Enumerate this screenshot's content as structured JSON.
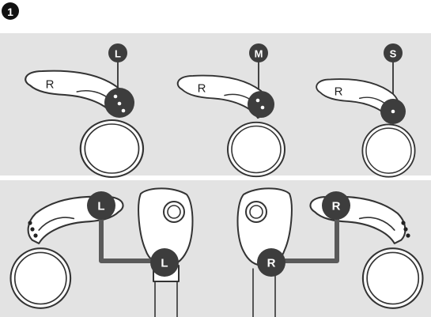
{
  "step_number": "1",
  "sizes": [
    {
      "size": "L",
      "ear_label": "R",
      "dot_count": 3
    },
    {
      "size": "M",
      "ear_label": "R",
      "dot_count": 2
    },
    {
      "size": "S",
      "ear_label": "R",
      "dot_count": 1
    }
  ],
  "fitting": {
    "left_hook_label": "L",
    "left_earbud_label": "L",
    "right_earbud_label": "R",
    "right_hook_label": "R"
  }
}
